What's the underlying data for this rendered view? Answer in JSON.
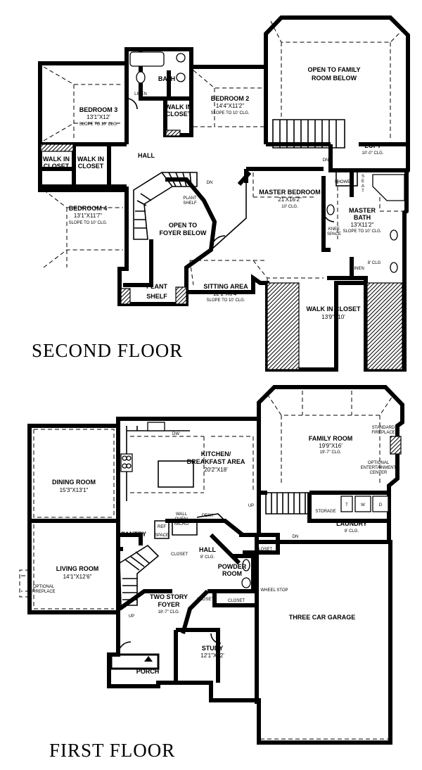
{
  "titles": {
    "second": "SECOND FLOOR",
    "first": "FIRST FLOOR"
  },
  "second_floor": {
    "bedroom3": {
      "name": "BEDROOM 3",
      "dim": "13'1\"X12'",
      "note": "SLOPE TO 10' CLG."
    },
    "bedroom2": {
      "name": "BEDROOM 2",
      "dim": "14'4\"X11'2\"",
      "note": "SLOPE TO 10' CLG."
    },
    "bedroom4": {
      "name": "BEDROOM 4",
      "dim": "13'1\"X11'7\"",
      "note": "SLOPE TO 10' CLG."
    },
    "bath": "BATH",
    "linen1": "LINEN",
    "walkin_closet_b2_1": "WALK IN",
    "walkin_closet_b2_2": "CLOSET",
    "walkin_left_1": "WALK IN",
    "walkin_left_2": "CLOSET",
    "walkin_mid_1": "WALK IN",
    "walkin_mid_2": "CLOSET",
    "hall": "HALL",
    "open_family_1": "OPEN TO FAMILY",
    "open_family_2": "ROOM BELOW",
    "loft": {
      "name": "LOFT",
      "note": "10'-0\" CLG."
    },
    "dn1": "DN",
    "dn2": "DN",
    "shower": "SHOWER",
    "seat_s": "S",
    "seat_e": "E",
    "seat_a": "A",
    "seat_t": "T",
    "master_bedroom": {
      "name": "MASTER BEDROOM",
      "dim": "21'X16'2\"",
      "note": "10' CLG."
    },
    "master_bath": {
      "name1": "MASTER",
      "name2": "BATH",
      "dim": "13'X11'2\"",
      "note": "SLOPE TO 10' CLG."
    },
    "knee_1": "KNEE",
    "knee_2": "SPACE",
    "linen2": "LINEN",
    "eight_clg": "8' CLG",
    "plant_shelf_small_1": "PLANT",
    "plant_shelf_small_2": "SHELF",
    "open_foyer_1": "OPEN TO",
    "open_foyer_2": "FOYER BELOW",
    "plant_big": "PLANT",
    "shelf_big": "SHELF",
    "sitting_area": {
      "name": "SITTING AREA",
      "dim": "12'1\"X6'4\"",
      "note": "SLOPE TO 10' CLG."
    },
    "walkin_big": {
      "name": "WALK IN CLOSET",
      "dim": "13'9\"X10'"
    }
  },
  "first_floor": {
    "dw": "DW",
    "kitchen": {
      "name1": "KITCHEN/",
      "name2": "BREAKFAST AREA",
      "dim": "20'2\"X18'"
    },
    "family": {
      "name": "FAMILY ROOM",
      "dim": "19'9\"X16'",
      "note": "19'-7\" CLG."
    },
    "standard_fp_1": "STANDARD",
    "standard_fp_2": "FIREPLACE",
    "optional_ent_1": "OPTIONAL",
    "optional_ent_2": "ENTERTAINMENT",
    "optional_ent_3": "CENTER",
    "dining": {
      "name": "DINING ROOM",
      "dim": "15'3\"X13'1\""
    },
    "living": {
      "name": "LIVING ROOM",
      "dim": "14'1\"X12'6\""
    },
    "optional_fp_1": "OPTIONAL",
    "optional_fp_2": "FIREPLACE",
    "up1": "UP",
    "up2": "UP",
    "wall_oven_1": "WALL",
    "wall_oven_2": "OVEN/",
    "wall_oven_3": "MICRO",
    "desk": "DESK",
    "pantry": "PANTRY",
    "ref_1": "REF",
    "ref_2": "SPACE",
    "storage": "STORAGE",
    "t": "T",
    "w": "W",
    "d": "D",
    "laundry": {
      "name": "LAUNDRY",
      "note": "8' CLG."
    },
    "dn": "DN",
    "closet1": "CLOSET",
    "closet2": "CLOSET",
    "closet3": "CLOSET",
    "closet4": "CLOSET",
    "hall": {
      "name": "HALL",
      "note": "8' CLG."
    },
    "powder_1": "POWDER",
    "powder_2": "ROOM",
    "wheel_stop": "WHEEL STOP",
    "garage": "THREE CAR GARAGE",
    "foyer": {
      "name1": "TWO STORY",
      "name2": "FOYER",
      "note": "18'-7\" CLG."
    },
    "study": {
      "name": "STUDY",
      "dim": "12'1\"X12'"
    },
    "porch": "PORCH"
  }
}
